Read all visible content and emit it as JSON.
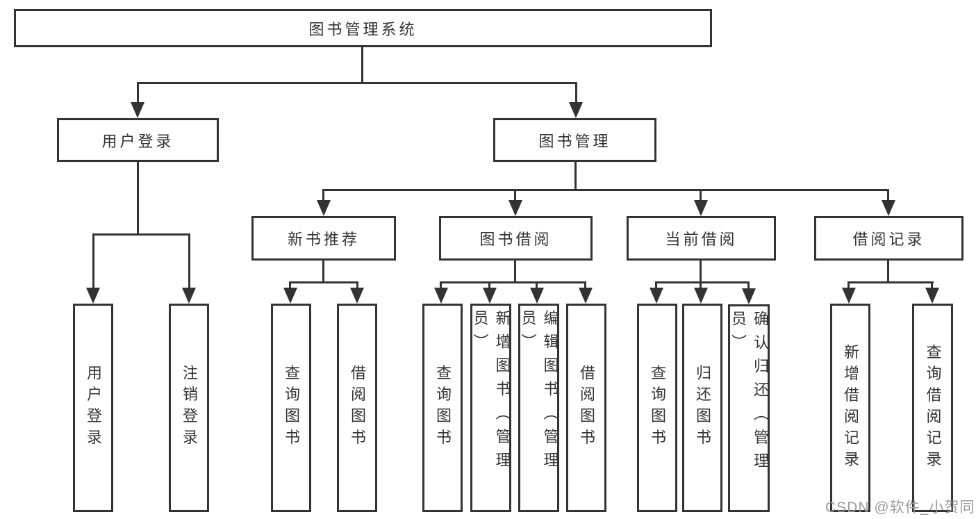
{
  "tree": {
    "root": {
      "label": "图书管理系统",
      "children": [
        {
          "label": "用户登录",
          "children": [
            {
              "label": "用户登录"
            },
            {
              "label": "注销登录"
            }
          ]
        },
        {
          "label": "图书管理",
          "children": [
            {
              "label": "新书推荐",
              "children": [
                {
                  "label": "查询图书"
                },
                {
                  "label": "借阅图书"
                }
              ]
            },
            {
              "label": "图书借阅",
              "children": [
                {
                  "label": "查询图书"
                },
                {
                  "label": "新增图书（管理员）"
                },
                {
                  "label": "编辑图书（管理员）"
                },
                {
                  "label": "借阅图书"
                }
              ]
            },
            {
              "label": "当前借阅",
              "children": [
                {
                  "label": "查询图书"
                },
                {
                  "label": "归还图书"
                },
                {
                  "label": "确认归还（管理员）"
                }
              ]
            },
            {
              "label": "借阅记录",
              "children": [
                {
                  "label": "新增借阅记录"
                },
                {
                  "label": "查询借阅记录"
                }
              ]
            }
          ]
        }
      ]
    }
  },
  "watermark": {
    "text": "CSDN @软件_小贺同学"
  },
  "colors": {
    "line": "#333333",
    "text": "#333333",
    "watermark_text": "#9b9b9b",
    "background": "#ffffff"
  }
}
